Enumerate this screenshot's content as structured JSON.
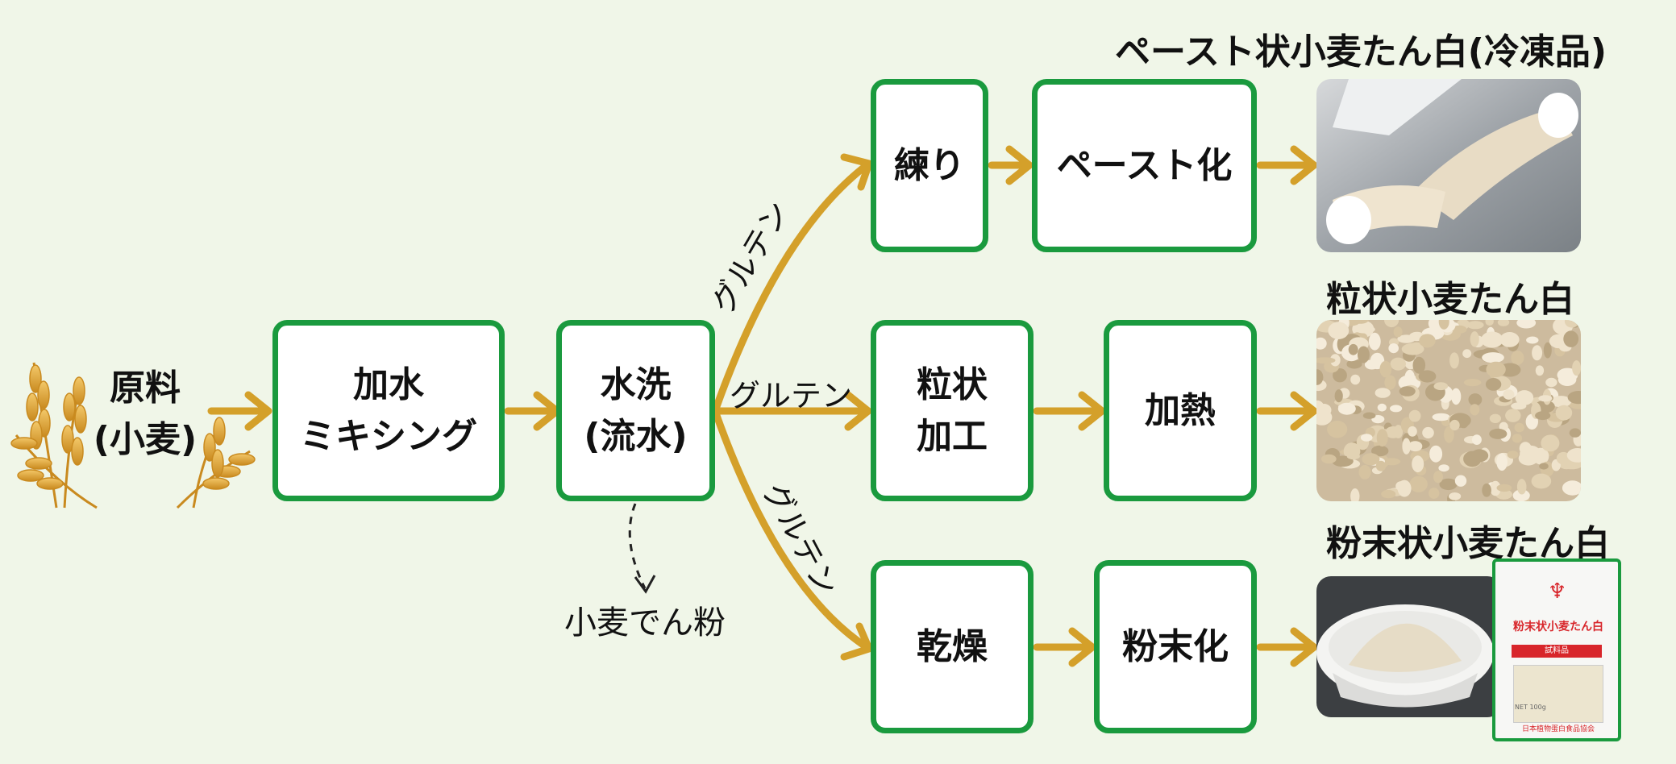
{
  "source": {
    "line1": "原料",
    "line2": "(小麦)"
  },
  "steps": {
    "mixing": {
      "line1": "加水",
      "line2": "ミキシング"
    },
    "washing": {
      "line1": "水洗",
      "line2": "(流水)"
    },
    "kneading": "練り",
    "paste": "ペースト化",
    "granule_process": {
      "line1": "粒状",
      "line2": "加工"
    },
    "heating": "加熱",
    "drying": "乾燥",
    "powdering": "粉末化"
  },
  "byproduct": "小麦でん粉",
  "edge_label": "グルテン",
  "products": {
    "paste": "ペースト状小麦たん白(冷凍品)",
    "granular": "粒状小麦たん白",
    "powder": "粉末状小麦たん白"
  },
  "package": {
    "title": "粉末状小麦たん白",
    "tag": "試料品",
    "net": "NET 100g",
    "maker": "日本植物蛋白食品協会"
  },
  "colors": {
    "arrow": "#d4a02a",
    "box_border": "#1a9a3e",
    "background": "#f0f6e8"
  }
}
